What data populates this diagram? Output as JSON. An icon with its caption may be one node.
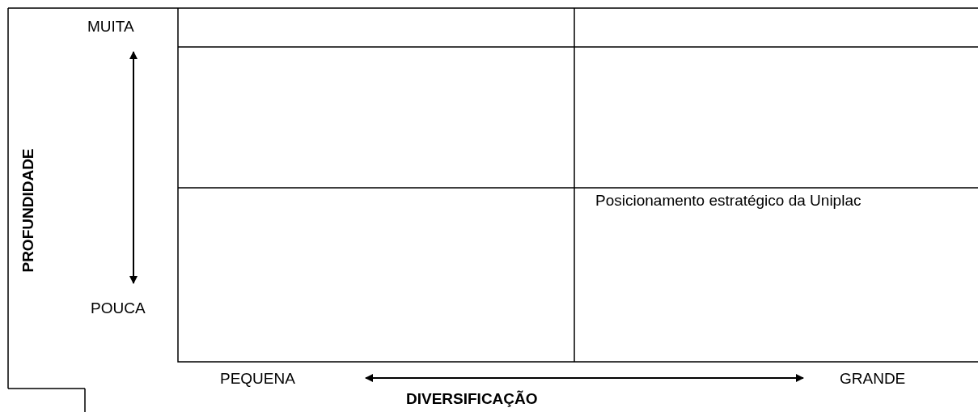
{
  "diagram": {
    "labels": [
      "MUITA",
      "PROFUNDIDADE",
      "POUCA",
      "Posicionamento estratégico da Uniplac",
      "PEQUENA",
      "GRANDE",
      "DIVERSIFICAÇÃO"
    ]
  }
}
